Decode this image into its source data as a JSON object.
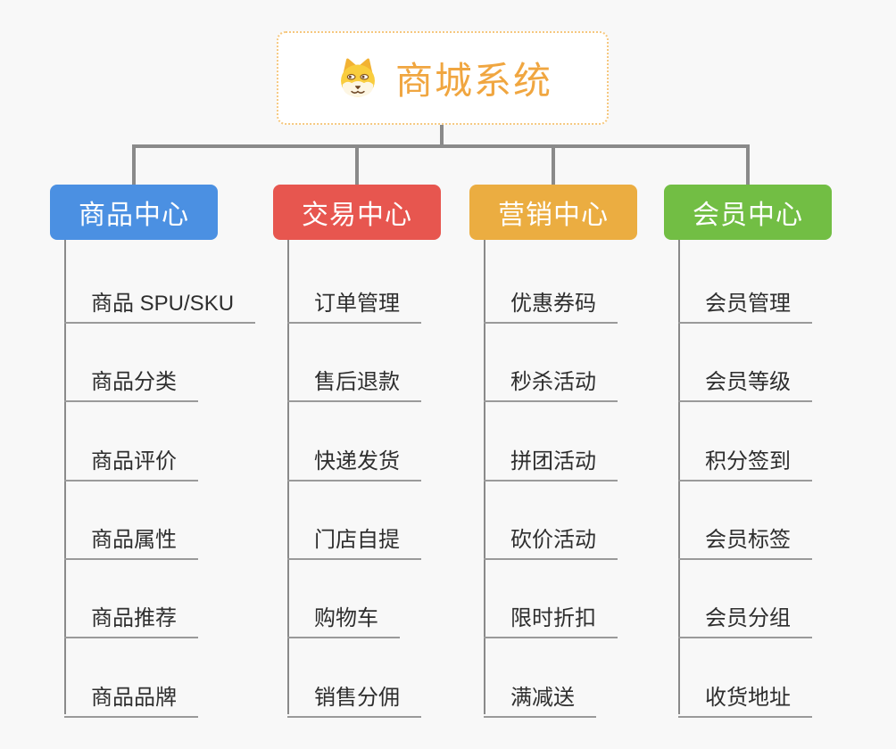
{
  "root": {
    "title": "商城系统",
    "icon": "dog-face-icon",
    "accent_color": "#f0a640",
    "border_color": "#f6c87f"
  },
  "connector_color": "#8a8a8a",
  "branches": [
    {
      "label": "商品中心",
      "color": "#4b90e2",
      "children": [
        "商品 SPU/SKU",
        "商品分类",
        "商品评价",
        "商品属性",
        "商品推荐",
        "商品品牌"
      ]
    },
    {
      "label": "交易中心",
      "color": "#e7564f",
      "children": [
        "订单管理",
        "售后退款",
        "快递发货",
        "门店自提",
        "购物车",
        "销售分佣"
      ]
    },
    {
      "label": "营销中心",
      "color": "#ebad41",
      "children": [
        "优惠券码",
        "秒杀活动",
        "拼团活动",
        "砍价活动",
        "限时折扣",
        "满减送"
      ]
    },
    {
      "label": "会员中心",
      "color": "#72be44",
      "children": [
        "会员管理",
        "会员等级",
        "积分签到",
        "会员标签",
        "会员分组",
        "收货地址"
      ]
    }
  ]
}
